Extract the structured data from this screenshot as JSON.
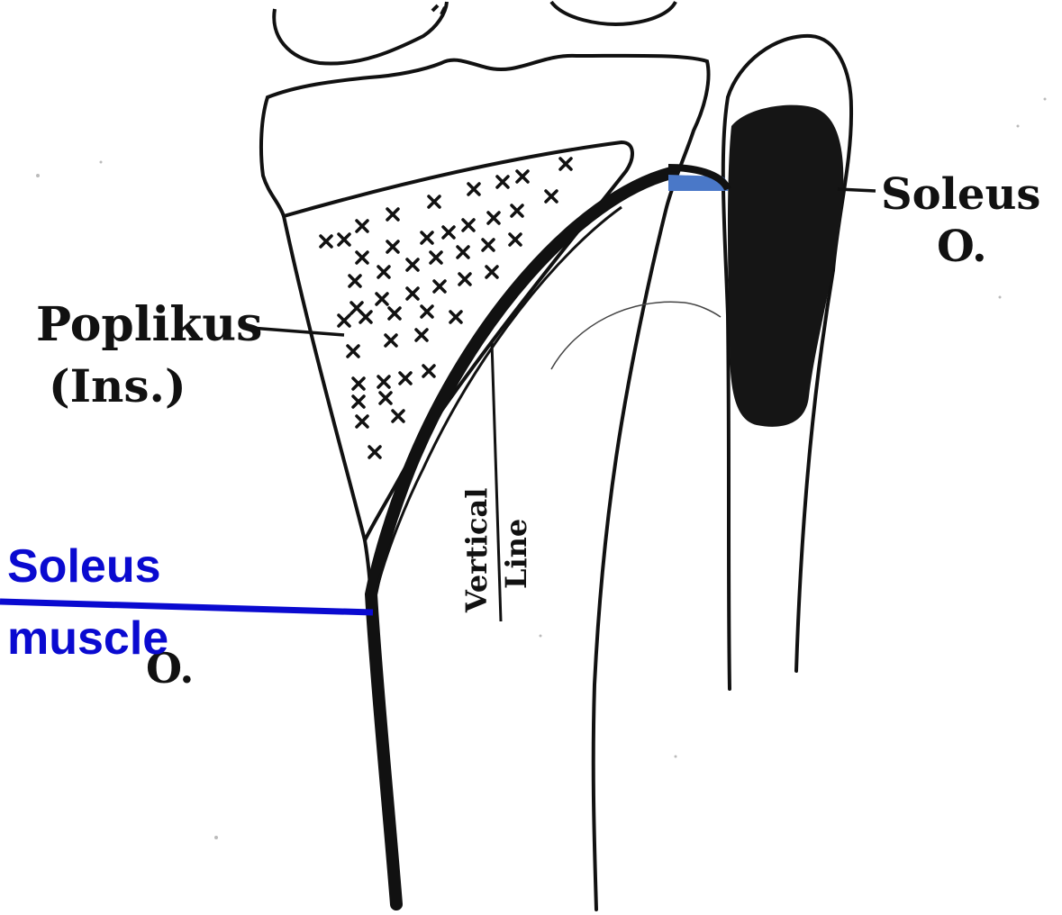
{
  "labels": {
    "popliteus_line1": "Poplikus",
    "popliteus_line2": "(Ins.)",
    "soleus_right_line1": "Soleus",
    "soleus_right_line2": "O.",
    "vertical_line_1": "Vertical",
    "vertical_line_2": "Line",
    "soleus_left_partial": "O.",
    "overlay_line1": "Soleus",
    "overlay_line2": "muscle"
  },
  "colors": {
    "ink": "#111111",
    "overlay_text": "#0a0ad0",
    "overlay_line": "#0a0ad0",
    "highlight": "#4a78c8",
    "paper": "#ffffff"
  }
}
